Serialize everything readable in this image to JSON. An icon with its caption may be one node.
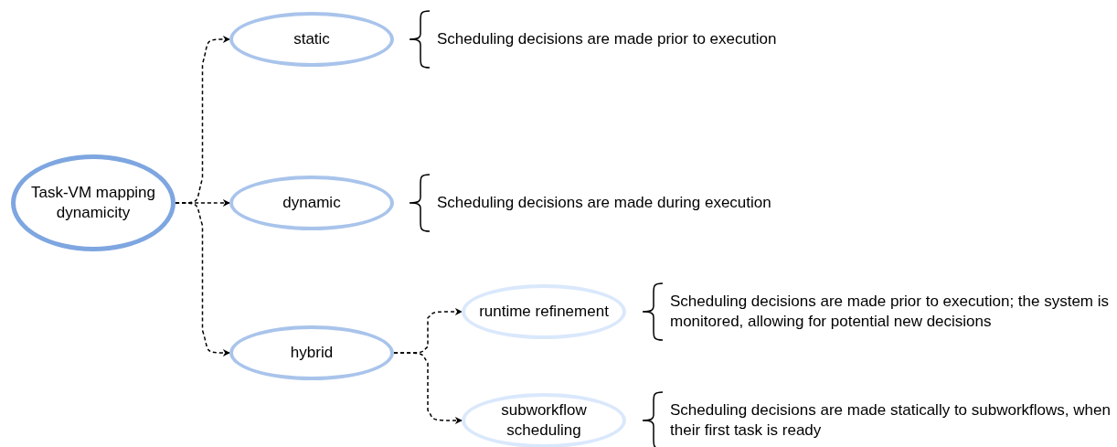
{
  "diagram": {
    "nodes": [
      {
        "text": [
          "Task-VM mapping dynamicity"
        ]
      },
      {
        "text": [
          "static"
        ],
        "beside": [
          "Scheduling decisions are made prior to execution"
        ]
      },
      {
        "text": [
          "dynamic"
        ],
        "beside": [
          "Scheduling decisions are made during execution"
        ]
      },
      {
        "text": [
          "hybrid"
        ]
      },
      {
        "text": [
          "runtime refinement"
        ],
        "beside": [
          "Scheduling decisions are made prior to execution; the system is monitored, allowing for potential new decisions"
        ]
      },
      {
        "text": [
          "subworkflow scheduling"
        ],
        "beside": [
          "Scheduling decisions are made statically to subworkflows, when their first task is ready"
        ]
      }
    ],
    "edges": [
      {
        "from": 0,
        "to": 1,
        "arrow": "to",
        "style": "dashed"
      },
      {
        "from": 0,
        "to": 2,
        "arrow": "to",
        "style": "dashed"
      },
      {
        "from": 0,
        "to": 3,
        "arrow": "to",
        "style": "dashed"
      },
      {
        "from": 3,
        "to": 4,
        "arrow": "to",
        "style": "dashed"
      },
      {
        "from": 3,
        "to": 5,
        "arrow": "to",
        "style": "dashed"
      }
    ]
  }
}
